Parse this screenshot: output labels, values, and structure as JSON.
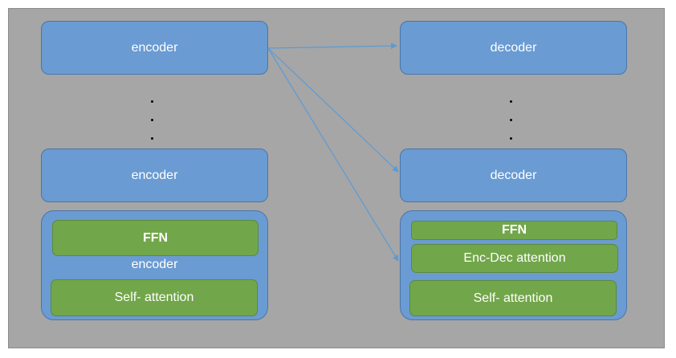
{
  "diagram": {
    "encoder_stack": {
      "top_label": "encoder",
      "middle_label": "encoder",
      "detailed": {
        "label": "encoder",
        "ffn_label": "FFN",
        "self_attention_label": "Self- attention"
      }
    },
    "decoder_stack": {
      "top_label": "decoder",
      "middle_label": "decoder",
      "detailed": {
        "ffn_label": "FFN",
        "enc_dec_attention_label": "Enc-Dec attention",
        "self_attention_label": "Self- attention"
      }
    },
    "colors": {
      "background": "#a6a6a6",
      "block_blue": "#6a9bd2",
      "sublayer_green": "#72a64a",
      "arrow": "#5b9bd5"
    }
  }
}
